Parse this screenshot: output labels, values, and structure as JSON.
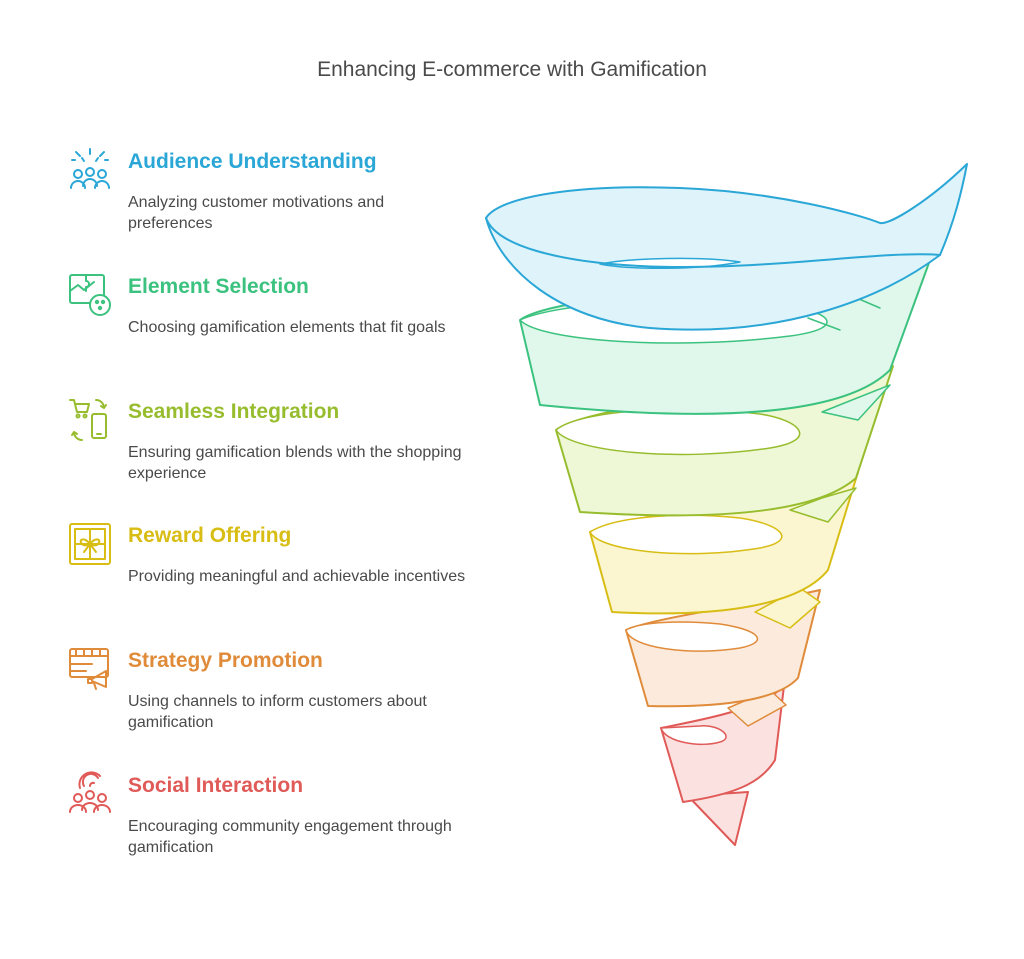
{
  "title": "Enhancing E-commerce with Gamification",
  "steps": [
    {
      "heading": "Audience Understanding",
      "description": "Analyzing customer motivations and preferences",
      "color": "#2aa7d6",
      "fill": "#dff3fb",
      "icon": "audience-icon"
    },
    {
      "heading": "Element Selection",
      "description": "Choosing gamification elements that fit goals",
      "color": "#3cc27f",
      "fill": "#e0f8ec",
      "icon": "puzzle-chart-icon"
    },
    {
      "heading": "Seamless Integration",
      "description": "Ensuring gamification blends with the shopping experience",
      "color": "#97bd2e",
      "fill": "#eef8d6",
      "icon": "cart-phone-sync-icon"
    },
    {
      "heading": "Reward Offering",
      "description": "Providing meaningful and achievable incentives",
      "color": "#d8bd15",
      "fill": "#fbf6cf",
      "icon": "gift-icon"
    },
    {
      "heading": "Strategy Promotion",
      "description": "Using channels to inform customers about gamification",
      "color": "#e08b3a",
      "fill": "#fcebdc",
      "icon": "calendar-megaphone-icon"
    },
    {
      "heading": "Social Interaction",
      "description": "Encouraging community engagement through gamification",
      "color": "#e05a58",
      "fill": "#fbe2e1",
      "icon": "community-icon"
    }
  ]
}
